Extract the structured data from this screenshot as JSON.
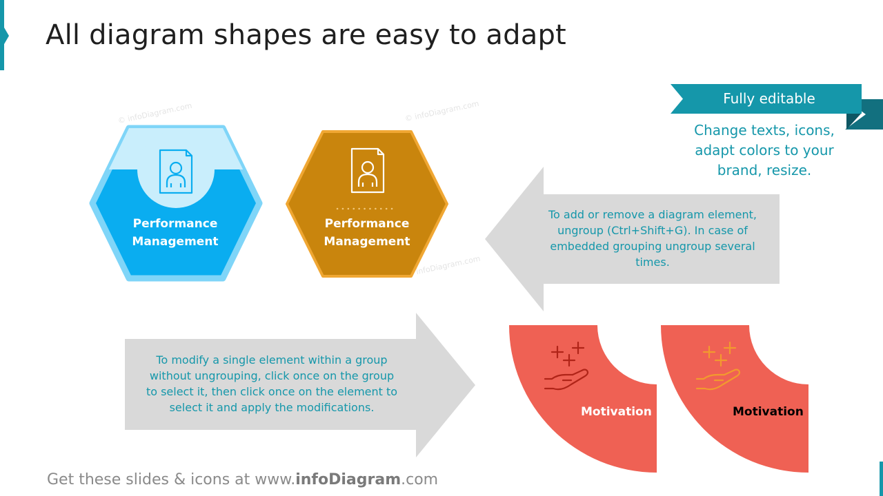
{
  "slide": {
    "title": "All diagram shapes are easy to adapt"
  },
  "ribbon": {
    "label": "Fully editable",
    "description": "Change texts, icons, adapt colors to your brand, resize."
  },
  "hexagons": [
    {
      "label_line1": "Performance",
      "label_line2": "Management",
      "icon": "document-person-icon",
      "color": "#0aadf0"
    },
    {
      "label_line1": "Performance",
      "label_line2": "Management",
      "icon": "document-person-icon",
      "color": "#c9850d"
    }
  ],
  "arrow_left": {
    "text": "To add or remove a diagram element, ungroup (Ctrl+Shift+G). In case of embedded grouping ungroup several times."
  },
  "arrow_right": {
    "text": "To modify a single element within a group without ungrouping, click once on the group to select it, then click once on the element to select it and apply the modifications."
  },
  "quarters": [
    {
      "label": "Motivation",
      "icon": "hand-sparkles-icon",
      "color": "#ef6154",
      "label_color": "#ffffff",
      "icon_color": "#b02418"
    },
    {
      "label": "Motivation",
      "icon": "hand-sparkles-icon",
      "color": "#ef6154",
      "label_color": "#000000",
      "icon_color": "#f29a2e"
    }
  ],
  "footer": {
    "prefix": "Get these slides & icons at www.",
    "brand": "infoDiagram",
    "suffix": ".com"
  },
  "watermark": "© infoDiagram.com",
  "colors": {
    "accent": "#1597aa",
    "arrow_gray": "#d9d9d9"
  }
}
